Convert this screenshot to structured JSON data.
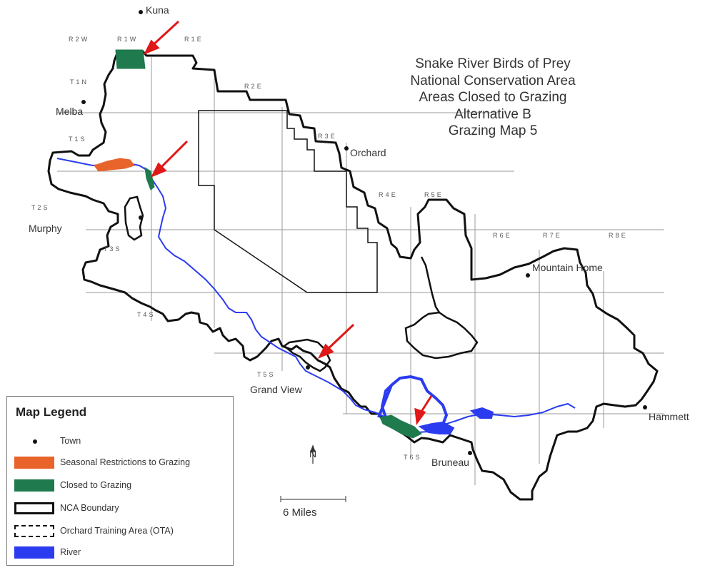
{
  "title_lines": [
    "Snake River Birds of Prey",
    "National Conservation Area",
    "Areas Closed to Grazing",
    "Alternative B",
    "Grazing Map 5"
  ],
  "towns": {
    "kuna": "Kuna",
    "melba": "Melba",
    "orchard": "Orchard",
    "murphy": "Murphy",
    "grand_view": "Grand View",
    "mountain_home": "Mountain Home",
    "bruneau": "Bruneau",
    "hammett": "Hammett"
  },
  "grid_labels": {
    "r2w": "R 2 W",
    "r1w": "R 1 W",
    "r1e": "R 1 E",
    "r2e": "R 2 E",
    "r3e": "R 3 E",
    "r4e": "R 4 E",
    "r5e": "R 5 E",
    "r6e": "R 6 E",
    "r7e": "R 7 E",
    "r8e": "R 8 E",
    "t1n": "T 1 N",
    "t1s": "T 1 S",
    "t2s": "T 2 S",
    "t3s": "T 3 S",
    "t4s": "T 4 S",
    "t5s": "T 5 S",
    "t6s": "T 6 S"
  },
  "legend": {
    "title": "Map Legend",
    "town": "Town",
    "seasonal": "Seasonal Restrictions to Grazing",
    "closed": "Closed to Grazing",
    "nca": "NCA Boundary",
    "ota": "Orchard Training Area (OTA)",
    "river": "River"
  },
  "north_label": "N",
  "scale_label": "6 Miles",
  "colors": {
    "seasonal": "#e8642a",
    "closed": "#1f7a4d",
    "river": "#2b3cf0",
    "boundary": "#111111",
    "grid": "#9a9a9a",
    "arrow": "#e01818"
  }
}
